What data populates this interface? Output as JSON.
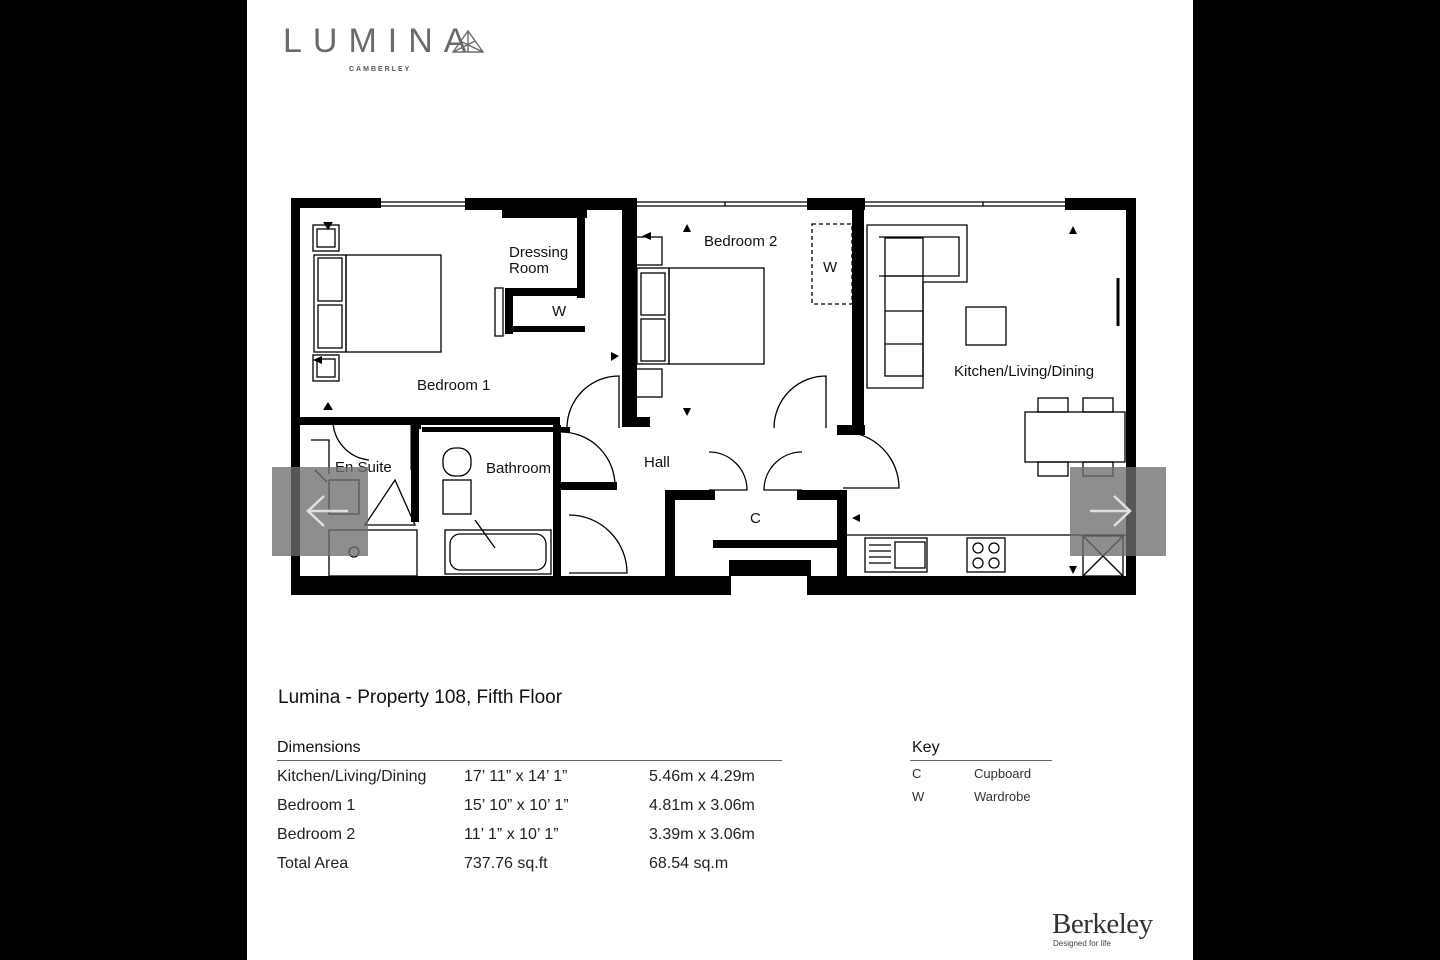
{
  "brand": {
    "name": "LUMINA",
    "location": "CAMBERLEY"
  },
  "rooms": {
    "bedroom1": "Bedroom 1",
    "dressing": "Dressing Room",
    "bedroom2": "Bedroom 2",
    "kitchen": "Kitchen/Living/Dining",
    "ensuite": "En Suite",
    "bathroom": "Bathroom",
    "hall": "Hall",
    "cupboard_marker": "C",
    "wardrobe_marker_1": "W",
    "wardrobe_marker_2": "W"
  },
  "property_title": "Lumina - Property 108, Fifth Floor",
  "dimensions": {
    "heading": "Dimensions",
    "rows": [
      {
        "room": "Kitchen/Living/Dining",
        "imperial": "17’ 11” x 14’ 1”",
        "metric": "5.46m x 4.29m"
      },
      {
        "room": "Bedroom 1",
        "imperial": "15’ 10” x 10’ 1”",
        "metric": "4.81m x 3.06m"
      },
      {
        "room": "Bedroom 2",
        "imperial": "11’ 1” x 10’ 1”",
        "metric": "3.39m x 3.06m"
      },
      {
        "room": "Total Area",
        "imperial": "737.76 sq.ft",
        "metric": "68.54 sq.m"
      }
    ]
  },
  "key": {
    "heading": "Key",
    "items": [
      {
        "code": "C",
        "meaning": "Cupboard"
      },
      {
        "code": "W",
        "meaning": "Wardrobe"
      }
    ]
  },
  "developer": {
    "name": "Berkeley",
    "tagline": "Designed for life"
  },
  "navigation": {
    "prev_icon": "chevron-left-icon",
    "next_icon": "chevron-right-icon"
  }
}
